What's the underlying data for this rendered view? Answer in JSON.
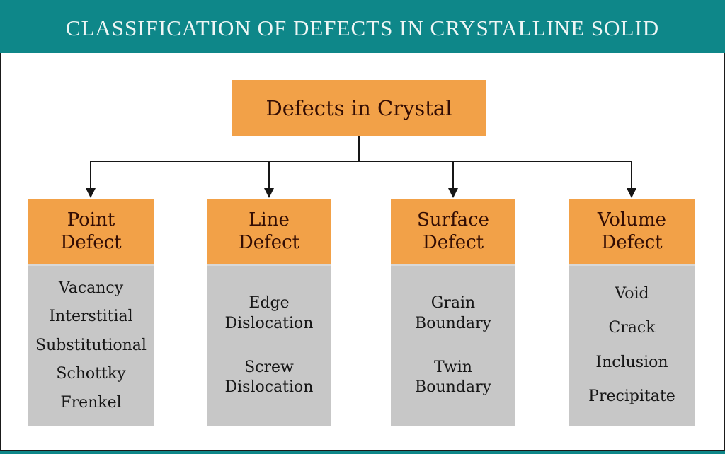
{
  "banner": {
    "title": "CLASSIFICATION OF DEFECTS IN CRYSTALLINE SOLID"
  },
  "colors": {
    "banner_teal": "#0e8789",
    "node_orange": "#f2a148",
    "body_gray": "#c7c7c7",
    "header_text": "#330d04",
    "line_black": "#161616",
    "title_white": "#eef6f5"
  },
  "tree": {
    "root": {
      "label": "Defects in Crystal"
    },
    "columns": [
      {
        "title": "Point\nDefect",
        "items": [
          "Vacancy",
          "Interstitial",
          "Substitutional",
          "Schottky",
          "Frenkel"
        ]
      },
      {
        "title": "Line\nDefect",
        "items": [
          "Edge\nDislocation",
          "Screw\nDislocation"
        ]
      },
      {
        "title": "Surface\nDefect",
        "items": [
          "Grain\nBoundary",
          "Twin\nBoundary"
        ]
      },
      {
        "title": "Volume\nDefect",
        "items": [
          "Void",
          "Crack",
          "Inclusion",
          "Precipitate"
        ]
      }
    ]
  }
}
